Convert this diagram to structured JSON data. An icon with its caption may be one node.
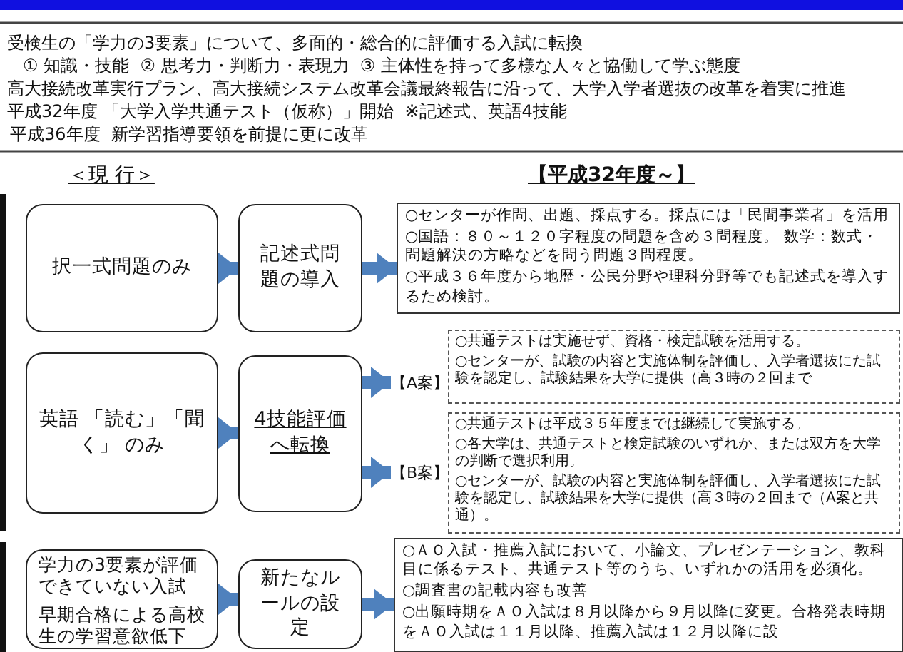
{
  "diagram": {
    "nodes": [
      {
        "text": [
          "択一式問題のみ"
        ]
      },
      {
        "text": [
          "記述式問題の導入"
        ]
      },
      {
        "text": [
          "○センターが作問、出題、採点する。採点には「民間事業者」を活用",
          "○国語：８０～１２０字程度の問題を含め３問程度。 数学：数式・問題解決の方略などを問う問題３問程度。",
          "○平成３６年度から地歴・公民分野や理科分野等でも記述式を導入するため検討。"
        ]
      },
      {
        "text": [
          "英語 「読む」「聞く」 のみ"
        ]
      },
      {
        "text": [
          "4技能評価へ転換"
        ]
      },
      {
        "text": [
          "【A案】"
        ]
      },
      {
        "text": [
          "○共通テストは実施せず、資格・検定試験を活用する。",
          "○センターが、試験の内容と実施体制を評価し、入学者選抜にた試験を認定し、試験結果を大学に提供（高３時の２回まで"
        ]
      },
      {
        "text": [
          "【B案】"
        ]
      },
      {
        "text": [
          "○共通テストは平成３５年度までは継続して実施する。",
          "○各大学は、共通テストと検定試験のいずれか、または双方を大学の判断で選択利用。",
          "○センターが、試験の内容と実施体制を評価し、入学者選抜にた試験を認定し、試験結果を大学に提供（高３時の２回まで（A案と共通）。"
        ]
      },
      {
        "text": [
          "学力の3要素が評価できていない入試",
          "早期合格による高校生の学習意欲低下"
        ]
      },
      {
        "text": [
          "新たなルールの設定"
        ]
      },
      {
        "text": [
          "○ＡＯ入試・推薦入試において、小論文、プレゼンテーション、教科目に係るテスト、共通テスト等のうち、いずれかの活用を必須化。",
          "○調査書の記載内容も改善",
          "○出願時期をＡＯ入試は８月以降から９月以降に変更。合格発表時期をＡＯ入試は１１月以降、推薦入試は１２月以降に設"
        ]
      }
    ],
    "edges": [
      {
        "from": 0,
        "to": 1,
        "arrow": "to"
      },
      {
        "from": 1,
        "to": 2,
        "arrow": "to"
      },
      {
        "from": 3,
        "to": 4,
        "arrow": "to"
      },
      {
        "from": 4,
        "to": 5,
        "arrow": "to"
      },
      {
        "from": 4,
        "to": 7,
        "arrow": "to"
      },
      {
        "from": 9,
        "to": 10,
        "arrow": "to"
      },
      {
        "from": 10,
        "to": 11,
        "arrow": "to"
      }
    ],
    "labels": [
      "受検生の「学力の3要素」について、多面的・総合的に評価する入試に転換",
      "① 知識・技能  ② 思考力・判断力・表現力  ③ 主体性を持って多様な人々と協働して学ぶ態度",
      "高大接続改革実行プラン、高大接続システム改革会議最終報告に沿って、大学入学者選抜の改革を着実に推進",
      "平成32年度 「大学入学共通テスト（仮称）」開始  ※記述式、英語4技能",
      "平成36年度  新学習指導要領を前提に更に改革",
      "＜現 行＞",
      "【平成32年度～】"
    ]
  }
}
